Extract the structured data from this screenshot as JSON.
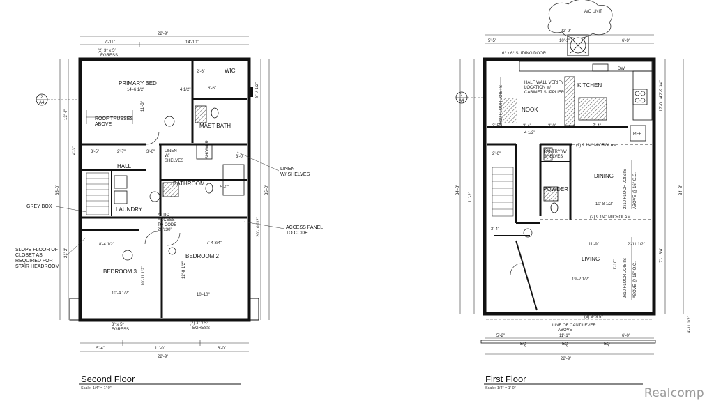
{
  "second_floor": {
    "title": "Second Floor",
    "scale": "Scale: 1/4\" = 1'-0\"",
    "rooms": {
      "primary_bed": "PRIMARY BED",
      "wic": "WIC",
      "mast_bath": "MAST BATH",
      "hall": "HALL",
      "bathroom": "BATHROOM",
      "laundry": "LAUNDRY",
      "bedroom3": "BEDROOM 3",
      "bedroom2": "BEDROOM 2",
      "shower": "SHOWER"
    },
    "notes": {
      "roof_trusses": [
        "ROOF TRUSSES",
        "ABOVE"
      ],
      "grey_box": "GREY BOX",
      "slope_floor": [
        "SLOPE FLOOR OF",
        "CLOSET AS",
        "REQUIRED FOR",
        "STAIR HEADROOM"
      ],
      "linen_shelves": [
        "LINEN",
        "W/ SHELVES"
      ],
      "linen_closet": [
        "LINEN",
        "W/",
        "SHELVES"
      ],
      "attic_access": [
        "ATTIC",
        "ACCESS",
        "TO CODE",
        "20\"x30\""
      ],
      "access_panel": [
        "ACCESS PANEL",
        "TO CODE"
      ],
      "egress_top": [
        "(2) 3° x 5°",
        "EGRESS"
      ],
      "egress_b3": [
        "3° x 5°",
        "EGRESS"
      ],
      "egress_b2": [
        "(2) 3° x 5°",
        "EGRESS"
      ]
    },
    "dims": {
      "overall": "22'-9\"",
      "top_left": "7'-11\"",
      "top_right": "14'-10\"",
      "bottom_left": "5'-4\"",
      "bottom_mid": "11'-0\"",
      "bottom_right": "6'-0\"",
      "left_depth": "35'-0\"",
      "right_depth": "35'-0\"",
      "primary_bed_w": "14'-6 1/2\"",
      "bedroom3_w": "10'-4 1/2\"",
      "bedroom2_w": "10'-10\"",
      "bedroom2_d": "12'-8 1/2\"",
      "bedroom3_d": "10'-11 1/2\"",
      "misc": [
        "4 1/2\"",
        "2'-6\"",
        "6'-6\"",
        "3'-5\"",
        "2'-7\"",
        "3'-6\"",
        "3'-0\"",
        "5'-0\"",
        "7'-4 3/4\"",
        "8'-4 1/2\"",
        "13'-4\"",
        "21'-2\"",
        "8'-7 1/2\"",
        "11'-3\"",
        "20'-10 1/2\"",
        "4'-3\""
      ]
    },
    "section_tag": {
      "num": "2",
      "sheet": "A4"
    }
  },
  "first_floor": {
    "title": "First Floor",
    "scale": "Scale: 1/4\" = 1'-0\"",
    "rooms": {
      "kitchen": "KITCHEN",
      "nook": "NOOK",
      "dining": "DINING",
      "powder": "POWDER",
      "living": "LIVING",
      "pantry": [
        "PANTRY W/",
        "SHELVES"
      ],
      "ref": "REF",
      "dw": "DW"
    },
    "notes": {
      "ac_unit": "A/C UNIT",
      "sliding_door": "6° x 6° SLIDING DOOR",
      "half_wall": [
        "HALF WALL VERIFY",
        "LOCATION w/",
        "CABINET SUPPLIER"
      ],
      "microlam_top": "(2) 9 1/4\" MICROLAM",
      "microlam_bottom": "(2) 9 1/4\" MICROLAM",
      "cantilever": [
        "LINE OF CANTILEVER",
        "ABOVE"
      ],
      "joists": [
        "2x10 FLOOR JOISTS",
        "ABOVE @ 16\" O.C."
      ],
      "front_window": "(3) 3° x 5°",
      "eq": "EQ"
    },
    "dims": {
      "overall": "22'-9\"",
      "top_dims": [
        "5'-5\"",
        "10'-1\"",
        "6'-9\""
      ],
      "bottom_left": "5'-2\"",
      "bottom_mid": "11'-1\"",
      "bottom_right": "6'-0\"",
      "left_depth": "34'-8\"",
      "right_depth": "34'-8\"",
      "dining_w": "10'-8 1/2\"",
      "living_w": "11'-9\"",
      "living_d": "11'-10\"",
      "living_w2": "19'-2 1/2\"",
      "nook_w": "7'-4\"",
      "misc": [
        "3'-5\"",
        "3'-4\"",
        "3'-0\"",
        "4 1/2\"",
        "2'-6\"",
        "3'-4\"",
        "11'-2\"",
        "17'-0 1/4\"",
        "12'-9 3/4\"",
        "17'-1 3/4\"",
        "4'-11 1/2\"",
        "2'-11 1/2\""
      ]
    },
    "section_tag": {
      "num": "2",
      "sheet": "A4"
    }
  },
  "watermark": "Realcomp"
}
